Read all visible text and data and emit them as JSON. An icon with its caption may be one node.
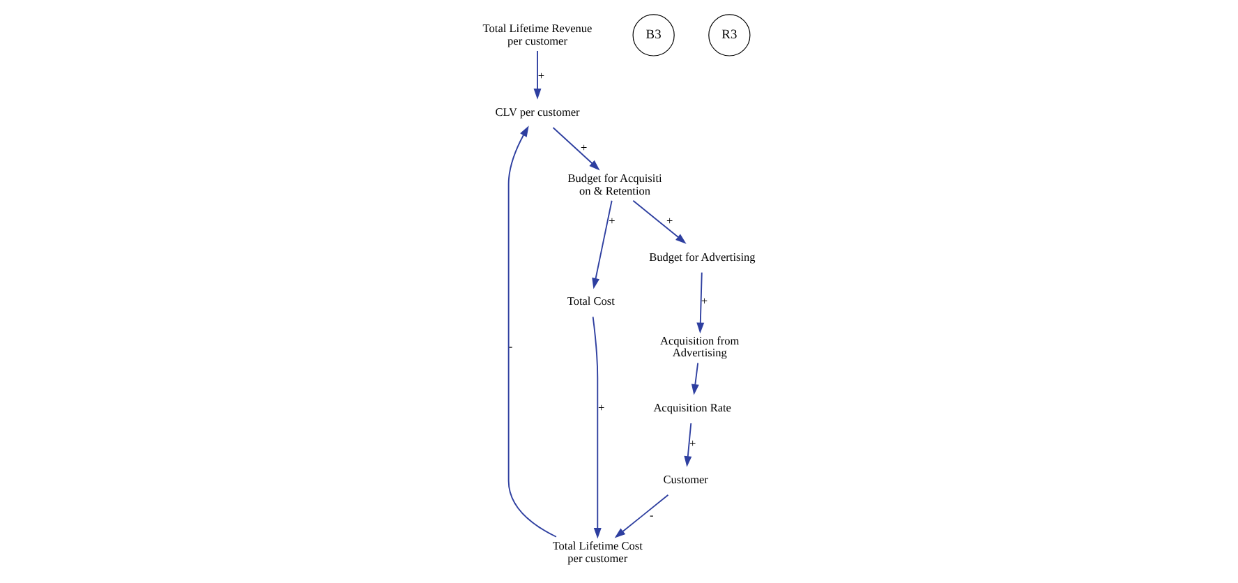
{
  "diagram": {
    "nodes": [
      {
        "text": [
          "Total Lifetime Revenue per customer"
        ]
      },
      {
        "text": [
          "Total Lifetime Cost per customer"
        ]
      },
      {
        "text": [
          "Customer"
        ]
      },
      {
        "text": [
          "Acquisition Rate"
        ]
      },
      {
        "text": [
          "CLV per customer"
        ]
      },
      {
        "text": [
          "Total Cost"
        ]
      },
      {
        "text": [
          "Acquisition from Advertising"
        ]
      },
      {
        "text": [
          "Budget for Acquisiti on & Retention"
        ]
      },
      {
        "text": [
          "Budget for Advertising"
        ]
      }
    ],
    "edges": [
      {
        "from": 0,
        "to": 4,
        "arrow": "to",
        "label": "+"
      },
      {
        "from": 1,
        "to": 4,
        "arrow": "to",
        "label": "-"
      },
      {
        "from": 4,
        "to": 7,
        "arrow": "to",
        "label": "+"
      },
      {
        "from": 7,
        "to": 5,
        "arrow": "to",
        "label": "+"
      },
      {
        "from": 5,
        "to": 1,
        "arrow": "to",
        "label": "+"
      },
      {
        "from": 7,
        "to": 8,
        "arrow": "to",
        "label": "+"
      },
      {
        "from": 8,
        "to": 6,
        "arrow": "to",
        "label": "+"
      },
      {
        "from": 6,
        "to": 3,
        "arrow": "to"
      },
      {
        "from": 3,
        "to": 2,
        "arrow": "to",
        "label": "+"
      },
      {
        "from": 2,
        "to": 1,
        "arrow": "to",
        "label": "-"
      }
    ],
    "labels": [
      "B3",
      "R3"
    ]
  }
}
